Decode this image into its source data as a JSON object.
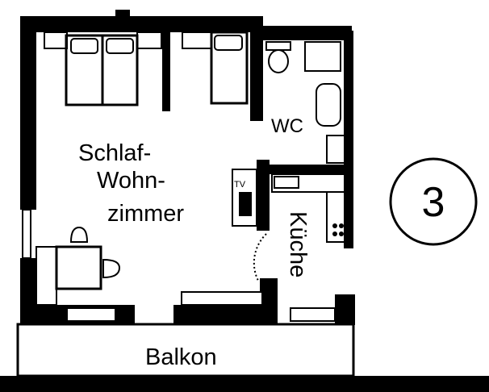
{
  "rooms": {
    "living": [
      "Schlaf-",
      "Wohn-",
      "zimmer"
    ],
    "wc": "WC",
    "kitchen": "Küche",
    "balcony": "Balkon"
  },
  "tv_label": "TV",
  "unit_number": "3"
}
